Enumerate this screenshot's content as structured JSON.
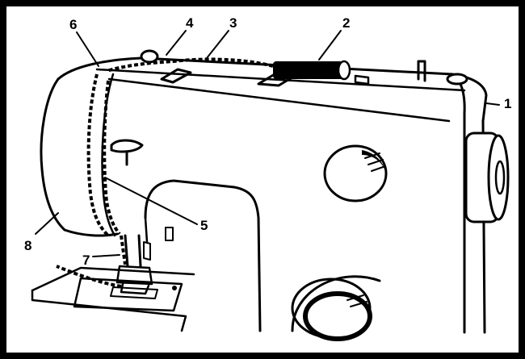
{
  "figure": {
    "frame_color": "#000000",
    "background": "#ffffff",
    "callouts": [
      {
        "id": "1",
        "label": "1"
      },
      {
        "id": "2",
        "label": "2"
      },
      {
        "id": "3",
        "label": "3"
      },
      {
        "id": "4",
        "label": "4"
      },
      {
        "id": "5",
        "label": "5"
      },
      {
        "id": "6",
        "label": "6"
      },
      {
        "id": "7",
        "label": "7"
      },
      {
        "id": "8",
        "label": "8"
      }
    ]
  }
}
